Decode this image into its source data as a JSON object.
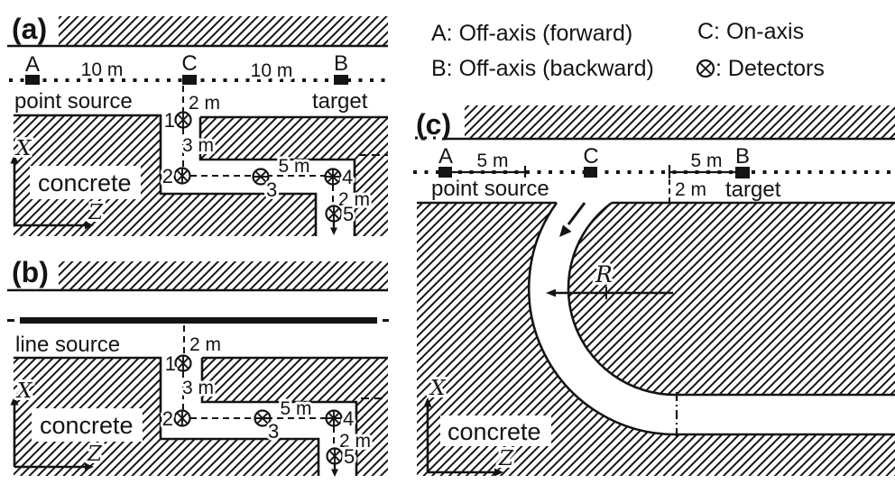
{
  "colors": {
    "ink": "#141414",
    "paper": "#ffffff"
  },
  "legend": {
    "row_a": "A: Off-axis (forward)",
    "row_b": "B: Off-axis (backward)",
    "row_c": "C: On-axis",
    "row_detectors": ": Detectors",
    "detector_symbol": "circled-x-detector"
  },
  "panel_a": {
    "tag": "(a)",
    "point_a": "A",
    "point_c": "C",
    "point_b": "B",
    "dist_left": "10 m",
    "dist_right": "10 m",
    "source": "point source",
    "target": "target",
    "drop_dim": "2 m",
    "leg1_dim": "3 m",
    "leg2_dim": "5 m",
    "exit_dim": "2 m",
    "dets": [
      "1",
      "2",
      "3",
      "4",
      "5"
    ],
    "material": "concrete",
    "axis_x": "X",
    "axis_z": "Z"
  },
  "panel_b": {
    "tag": "(b)",
    "source": "line source",
    "drop_dim": "2 m",
    "leg1_dim": "3 m",
    "leg2_dim": "5 m",
    "exit_dim": "2 m",
    "dets": [
      "1",
      "2",
      "3",
      "4",
      "5"
    ],
    "material": "concrete",
    "axis_x": "X",
    "axis_z": "Z"
  },
  "panel_c": {
    "tag": "(c)",
    "point_a": "A",
    "point_c": "C",
    "point_b": "B",
    "dist_left": "5 m",
    "dist_right": "5 m",
    "offset_dim": "2 m",
    "source": "point source",
    "target": "target",
    "radius": "R",
    "material": "concrete",
    "axis_x": "X",
    "axis_z": "Z"
  }
}
